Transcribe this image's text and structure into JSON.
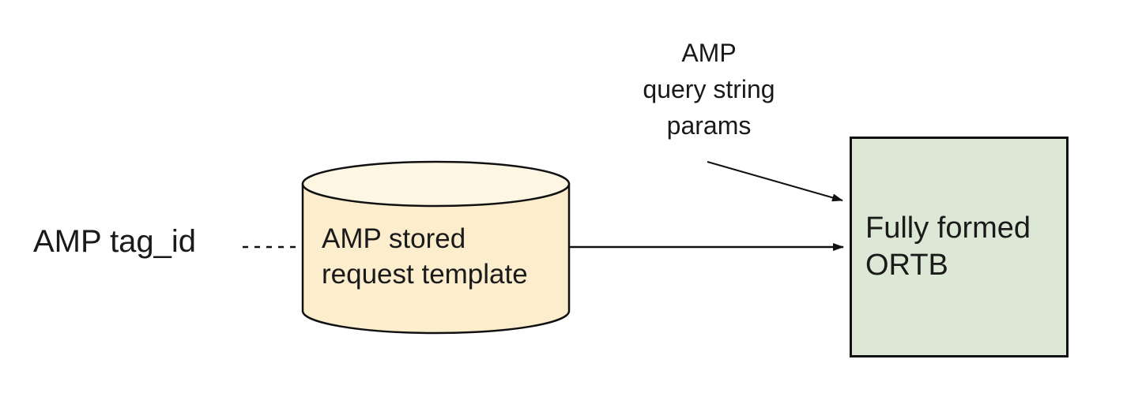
{
  "diagram": {
    "background_color": "#ffffff",
    "stroke_color": "#111111",
    "text_color": "#1a1a1a",
    "tag_label": {
      "text": "AMP tag_id"
    },
    "store_cylinder": {
      "label": "AMP stored\nrequest template",
      "body_fill": "#fceecd",
      "top_fill": "#fdf6e3"
    },
    "query_params_label": {
      "text": "AMP\nquery string\nparams"
    },
    "ortb_box": {
      "label": "Fully formed\nORTB",
      "fill": "#dce8d5"
    },
    "connectors": {
      "dashed_line": "tag_id to stored request template",
      "solid_arrow": "stored request template to fully formed ORTB",
      "diagonal_arrow": "query string params to fully formed ORTB"
    }
  }
}
